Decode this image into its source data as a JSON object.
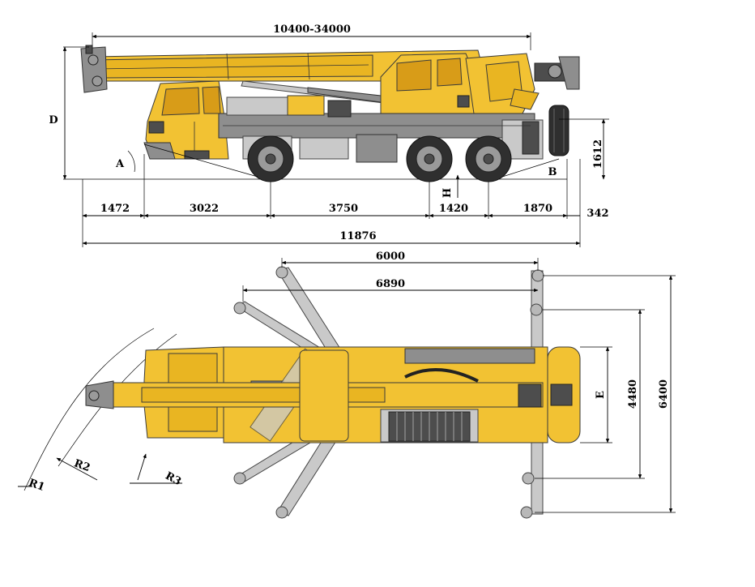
{
  "side_view": {
    "overall_length_label": "11876",
    "boom_length_label": "10400-34000",
    "height_label": "D",
    "height_1612": "1612",
    "angle_a": "A",
    "angle_b": "B",
    "ground_clearance": "H",
    "segments": [
      "1472",
      "3022",
      "3750",
      "1420",
      "1870",
      "342"
    ]
  },
  "top_view": {
    "outrigger_span_6000": "6000",
    "outrigger_span_6890": "6890",
    "width_e": "E",
    "width_4480": "4480",
    "width_6400": "6400",
    "radius_r1": "R1",
    "radius_r2": "R2",
    "radius_r3": "R3"
  },
  "colors": {
    "body_yellow": "#f2c233",
    "steel_gray": "#8e8e8e",
    "tire_black": "#2f2f2f"
  }
}
